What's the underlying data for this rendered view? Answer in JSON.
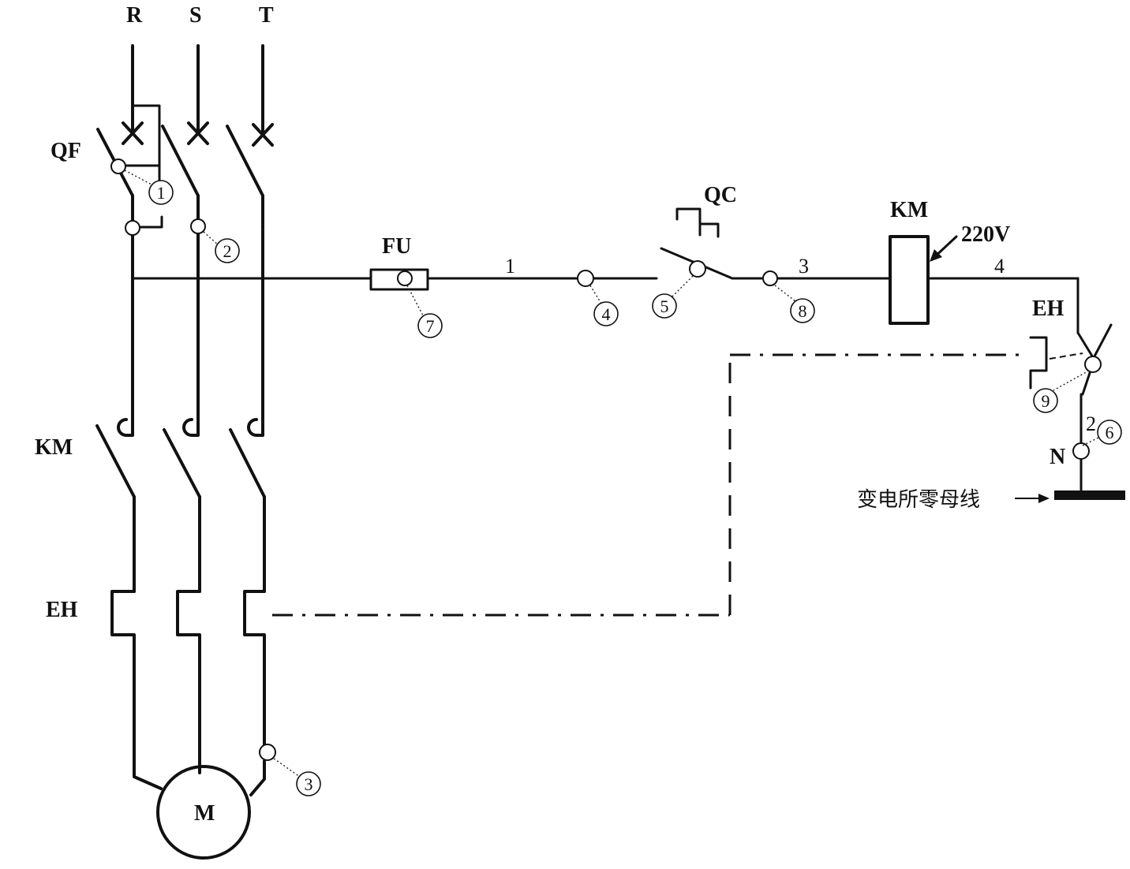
{
  "phases": {
    "r": "R",
    "s": "S",
    "t": "T"
  },
  "labels": {
    "qf": "QF",
    "km_main": "KM",
    "eh_main": "EH",
    "motor": "M",
    "fu": "FU",
    "qc": "QC",
    "km_coil": "KM",
    "voltage": "220V",
    "eh_aux": "EH",
    "neutral": "N",
    "neutral_bus": "变电所零母线"
  },
  "wire_numbers": {
    "w1": "1",
    "w2": "2",
    "w3": "3",
    "w4": "4"
  },
  "points": {
    "p1": "1",
    "p2": "2",
    "p3": "3",
    "p4": "4",
    "p5": "5",
    "p6": "6",
    "p7": "7",
    "p8": "8",
    "p9": "9"
  }
}
